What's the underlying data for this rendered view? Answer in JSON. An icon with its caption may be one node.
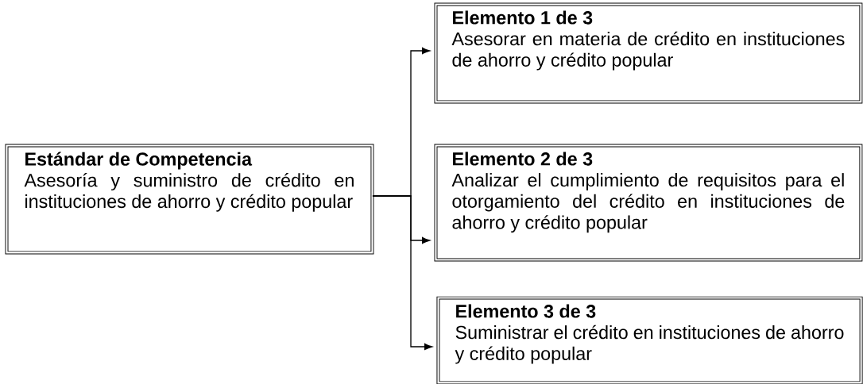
{
  "diagram": {
    "nodes": [
      {
        "text": [
          "Estándar de Competencia",
          "Asesoría y suministro de crédito en instituciones de ahorro y crédito popular"
        ]
      },
      {
        "text": [
          "Elemento 1 de 3",
          "Asesorar en materia de crédito en instituciones de ahorro y crédito popular"
        ]
      },
      {
        "text": [
          "Elemento 2 de 3",
          "Analizar el cumplimiento de requisitos para el otorgamiento del crédito en instituciones de ahorro y crédito popular"
        ]
      },
      {
        "text": [
          "Elemento 3 de 3",
          "Suministrar el crédito en instituciones de ahorro y crédito popular"
        ]
      }
    ],
    "edges": [
      {
        "from": 0,
        "to": 1,
        "arrow": "to"
      },
      {
        "from": 0,
        "to": 2,
        "arrow": "to"
      },
      {
        "from": 0,
        "to": 3,
        "arrow": "to"
      }
    ]
  }
}
